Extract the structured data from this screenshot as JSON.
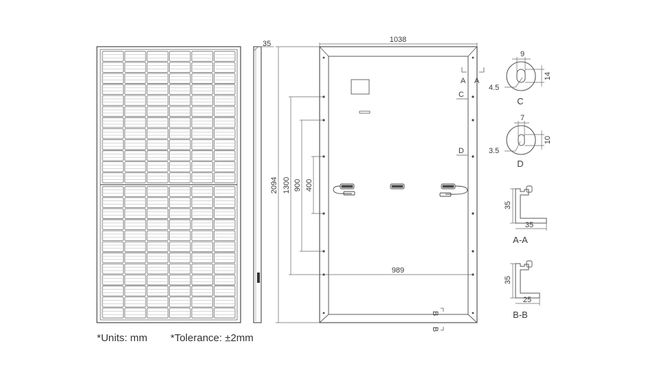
{
  "front_view": {
    "cell_columns": 6,
    "cell_rows_per_half": 12
  },
  "side_view": {
    "thickness_label": "35"
  },
  "back_view": {
    "width_label": "1038",
    "height_label": "2094",
    "mount_1300": "1300",
    "mount_900": "900",
    "mount_400": "400",
    "inner_width_label": "989",
    "marker_a_left": "A",
    "marker_a_right": "A",
    "marker_c": "C",
    "marker_d": "D",
    "marker_b_left": "B",
    "marker_b_right": "B"
  },
  "detail_c": {
    "title": "C",
    "width": "9",
    "height": "14",
    "diameter": "4.5"
  },
  "detail_d": {
    "title": "D",
    "width": "7",
    "height": "10",
    "diameter": "3.5"
  },
  "section_aa": {
    "title": "A-A",
    "height": "35",
    "width": "35"
  },
  "section_bb": {
    "title": "B-B",
    "height": "35",
    "width": "25"
  },
  "notes": {
    "units": "*Units: mm",
    "tolerance": "*Tolerance: ±2mm"
  },
  "colors": {
    "line": "#555555",
    "grid": "#6a6a6a"
  }
}
